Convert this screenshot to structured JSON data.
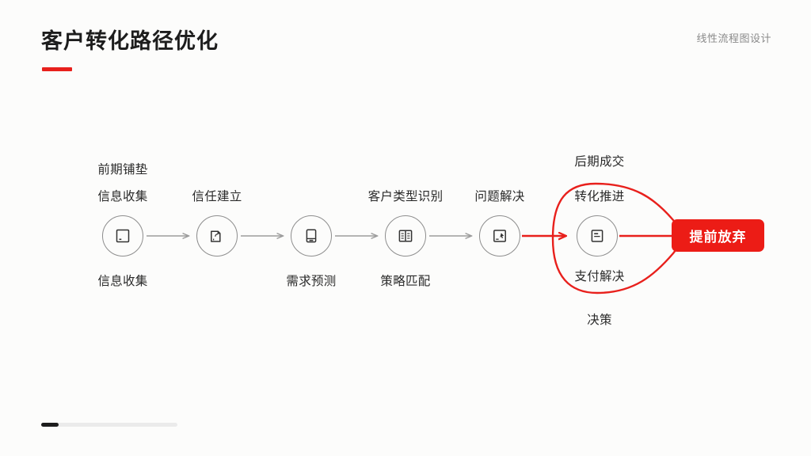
{
  "slide": {
    "title": "客户转化路径优化",
    "corner_tag": "线性流程图设计",
    "background_color": "#fcfcfb",
    "accent_color": "#e8201c"
  },
  "diagram": {
    "type": "linear-flow",
    "nodes": [
      {
        "id": "node-1",
        "icon": "square-document-icon",
        "label_above": "前期铺垫",
        "label_above_2": "信息收集",
        "label_below": "信息收集",
        "highlighted": false
      },
      {
        "id": "node-2",
        "icon": "folder-icon",
        "label_above": "信任建立",
        "label_below": "",
        "highlighted": false
      },
      {
        "id": "node-3",
        "icon": "tablet-icon",
        "label_above": "",
        "label_below": "需求预测",
        "highlighted": false
      },
      {
        "id": "node-4",
        "icon": "two-column-list-icon",
        "label_above": "客户类型识别",
        "label_below": "策略匹配",
        "highlighted": false
      },
      {
        "id": "node-5",
        "icon": "cursor-screen-icon",
        "label_above": "问题解决",
        "label_below": "",
        "highlighted": false
      },
      {
        "id": "node-6",
        "icon": "text-document-icon",
        "label_above_outer": "后期成交",
        "label_above": "转化推进",
        "label_below": "支付解决",
        "label_below_outer": "决策",
        "highlighted": true
      }
    ],
    "end_button": {
      "label": "提前放弃",
      "color": "#ec1c16",
      "text_color": "#ffffff"
    },
    "connector_color": "#9b9b9b",
    "highlight_color": "#e8201c"
  },
  "footer": {
    "progress_percent": 13
  }
}
